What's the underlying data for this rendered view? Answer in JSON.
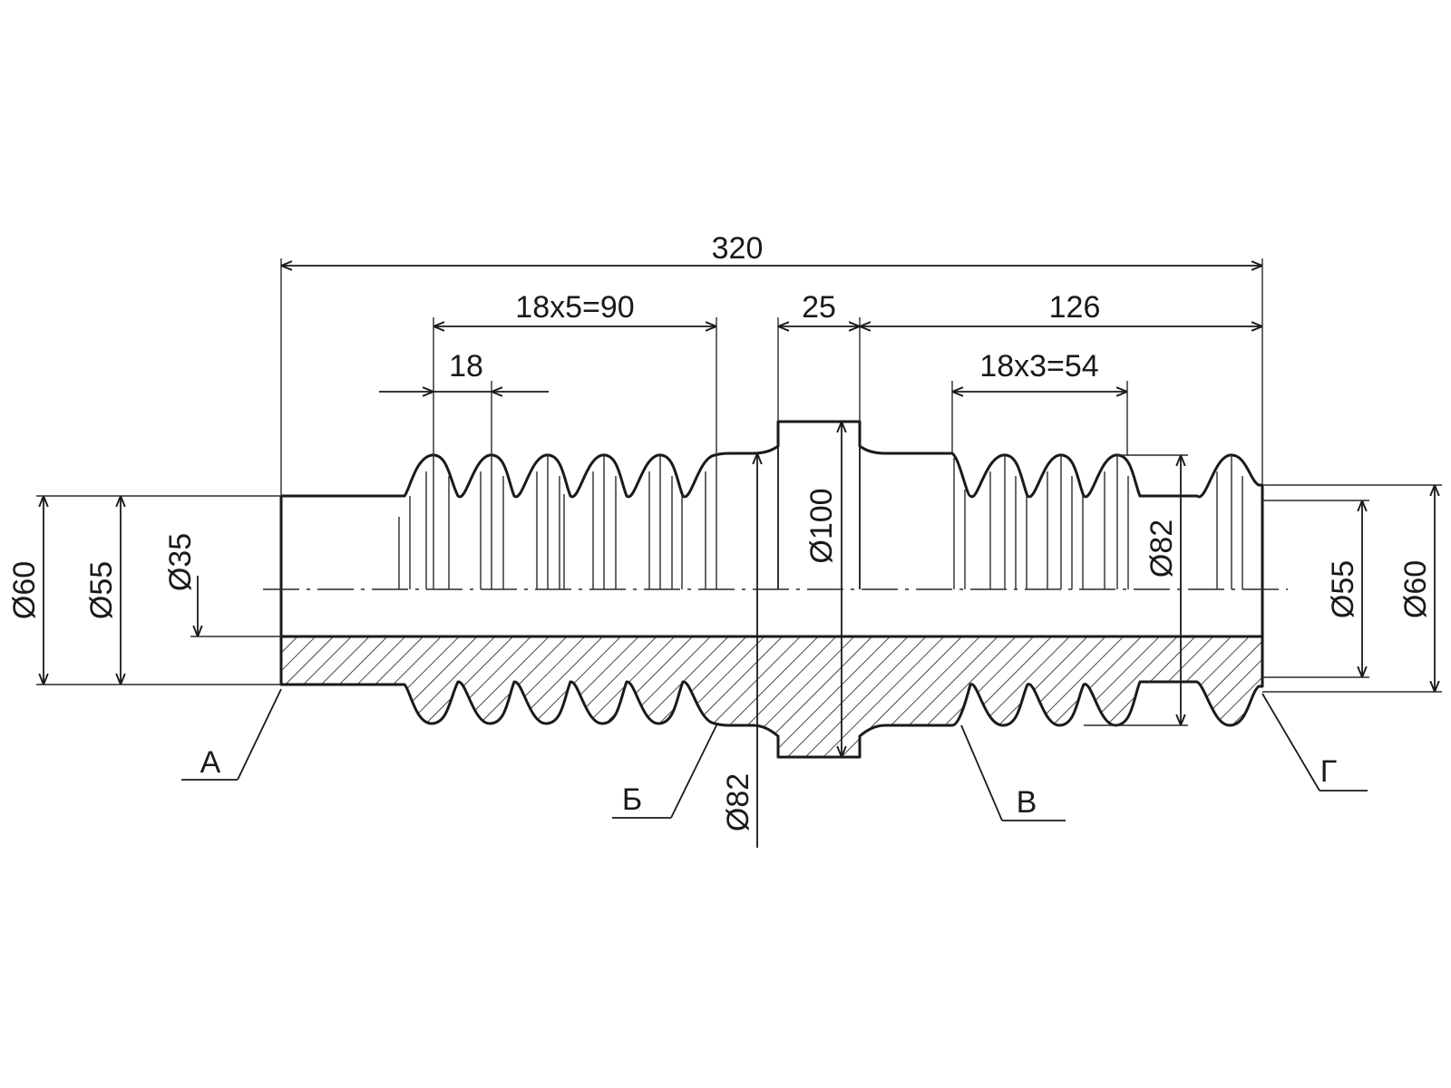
{
  "dimensions": {
    "overall_length": "320",
    "pitch_left_total": "18x5=90",
    "pitch": "18",
    "collar_width": "25",
    "right_length": "126",
    "pitch_right_total": "18x3=54",
    "d_left_outer": "Ø60",
    "d_left_inner": "Ø55",
    "d_bore": "Ø35",
    "d_collar": "Ø100",
    "d_groove_right": "Ø82",
    "d_right_inner": "Ø55",
    "d_right_outer": "Ø60",
    "d_groove_bottom": "Ø82"
  },
  "labels": {
    "a": "А",
    "b": "Б",
    "v": "В",
    "g": "Г"
  },
  "colors": {
    "line": "#1a1a1a",
    "background": "#ffffff"
  }
}
